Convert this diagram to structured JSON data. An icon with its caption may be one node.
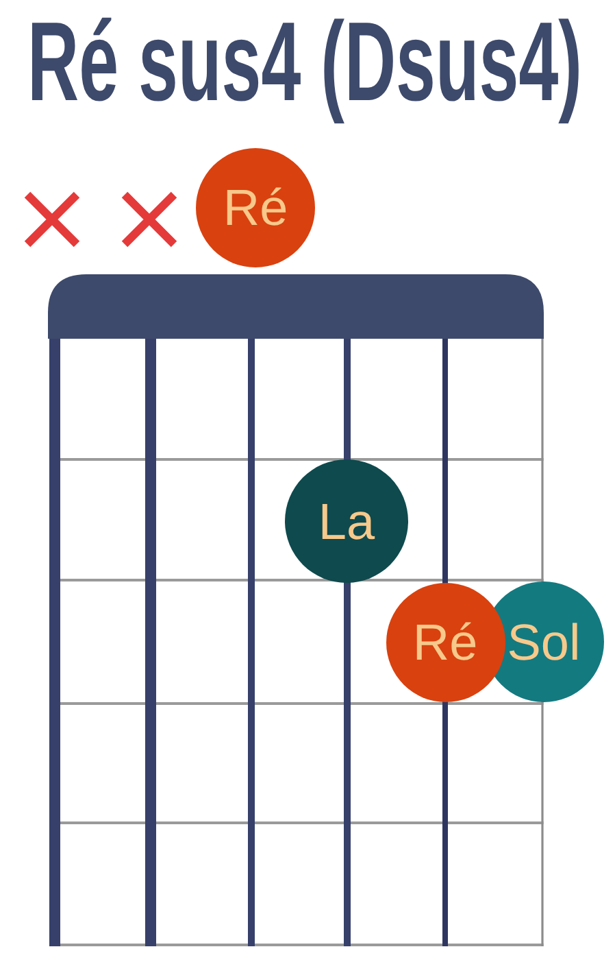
{
  "diagram": {
    "title": "Ré sus4 (Dsus4)",
    "nodes": [
      {
        "text": [
          "Ré"
        ]
      },
      {
        "text": [
          "La"
        ]
      },
      {
        "text": [
          "Ré"
        ]
      },
      {
        "text": [
          "Sol"
        ]
      }
    ]
  }
}
